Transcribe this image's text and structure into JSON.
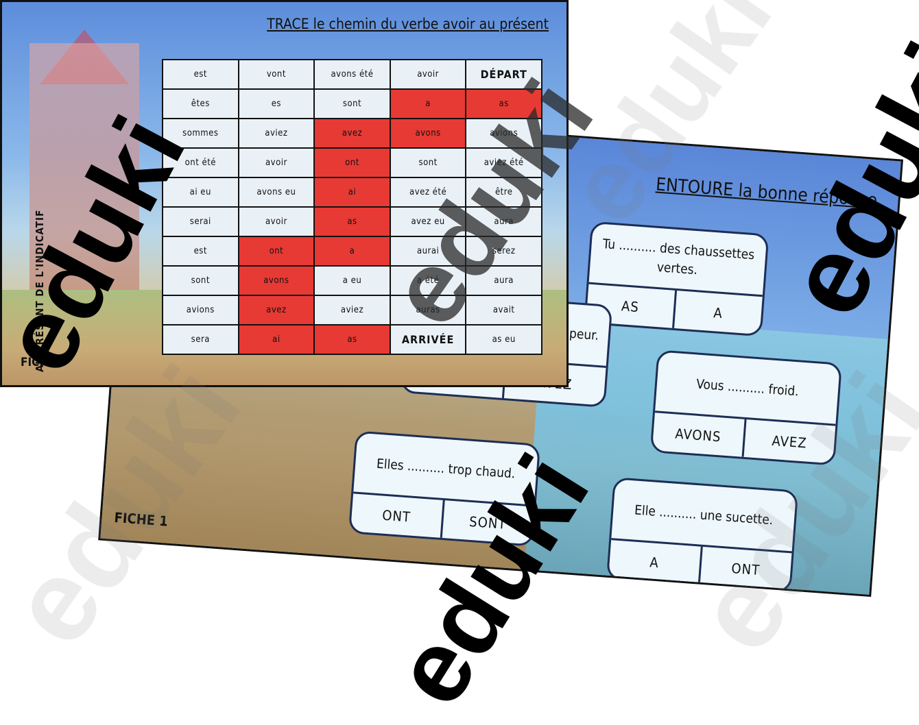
{
  "sheet5": {
    "title": "TRACE le chemin du verbe avoir au présent",
    "side_title": "AU PRÉSENT DE L'INDICATIF",
    "footer": "FICHE 5",
    "grid": [
      [
        {
          "t": "est"
        },
        {
          "t": "vont"
        },
        {
          "t": "avons été"
        },
        {
          "t": "avoir"
        },
        {
          "t": "DÉPART",
          "big": true
        }
      ],
      [
        {
          "t": "êtes"
        },
        {
          "t": "es"
        },
        {
          "t": "sont"
        },
        {
          "t": "a",
          "red": true
        },
        {
          "t": "as",
          "red": true
        }
      ],
      [
        {
          "t": "sommes"
        },
        {
          "t": "aviez"
        },
        {
          "t": "avez",
          "red": true
        },
        {
          "t": "avons",
          "red": true
        },
        {
          "t": "avions"
        }
      ],
      [
        {
          "t": "ont été"
        },
        {
          "t": "avoir"
        },
        {
          "t": "ont",
          "red": true
        },
        {
          "t": "sont"
        },
        {
          "t": "aviez été"
        }
      ],
      [
        {
          "t": "ai eu"
        },
        {
          "t": "avons eu"
        },
        {
          "t": "ai",
          "red": true
        },
        {
          "t": "avez été"
        },
        {
          "t": "être"
        }
      ],
      [
        {
          "t": "serai"
        },
        {
          "t": "avoir"
        },
        {
          "t": "as",
          "red": true
        },
        {
          "t": "avez eu"
        },
        {
          "t": "aura"
        }
      ],
      [
        {
          "t": "est"
        },
        {
          "t": "ont",
          "red": true
        },
        {
          "t": "a",
          "red": true
        },
        {
          "t": "aurai"
        },
        {
          "t": "serez"
        }
      ],
      [
        {
          "t": "sont"
        },
        {
          "t": "avons",
          "red": true
        },
        {
          "t": "a eu"
        },
        {
          "t": "a été"
        },
        {
          "t": "aura"
        }
      ],
      [
        {
          "t": "avions"
        },
        {
          "t": "avez",
          "red": true
        },
        {
          "t": "aviez"
        },
        {
          "t": "auras"
        },
        {
          "t": "avait"
        }
      ],
      [
        {
          "t": "sera"
        },
        {
          "t": "ai",
          "red": true
        },
        {
          "t": "as",
          "red": true
        },
        {
          "t": "ARRIVÉE",
          "big": true
        },
        {
          "t": "as eu"
        }
      ]
    ]
  },
  "sheet1": {
    "title": "ENTOURE la bonne réponse",
    "footer": "FICHE 1",
    "cards": [
      {
        "q": "Tu .......... des chaussettes vertes.",
        "a": "AS",
        "b": "A"
      },
      {
        "q": "... peur.",
        "a": "",
        "b": "AVEZ"
      },
      {
        "q": "Vous .......... froid.",
        "a": "AVONS",
        "b": "AVEZ"
      },
      {
        "q": "Elles .......... trop chaud.",
        "a": "ONT",
        "b": "SONT"
      },
      {
        "q": "Elle .......... une sucette.",
        "a": "A",
        "b": "ONT"
      }
    ]
  },
  "watermark": "eduki",
  "colors": {
    "path_red": "#e73a34",
    "cell_bg": "#e9f1f7",
    "card_border": "#1d2d55"
  }
}
